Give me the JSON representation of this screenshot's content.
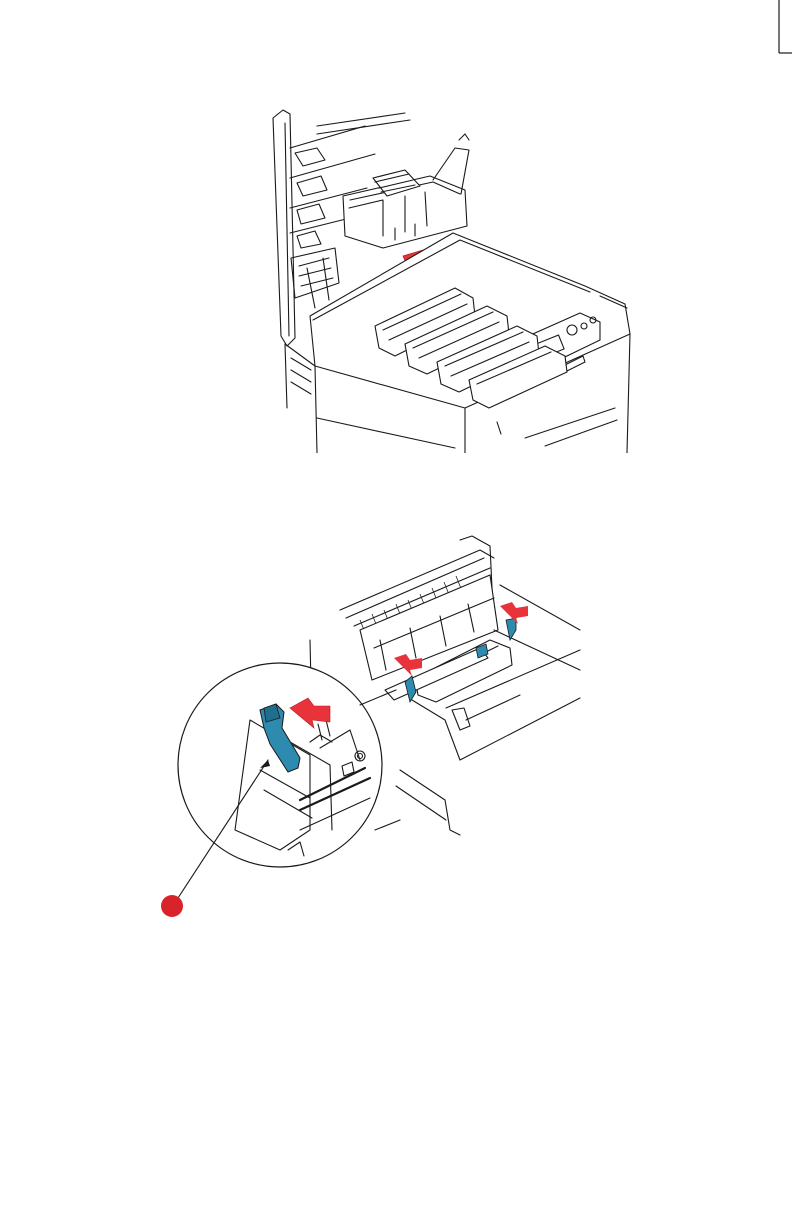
{
  "page": {
    "background": "#ffffff",
    "edge_marker": "#1a1a1a"
  },
  "colors": {
    "arrow": "#e8333a",
    "lever_blue": "#2e8bb0",
    "lever_blue_dark": "#1f6e8e",
    "callout_dot": "#d8232a",
    "line_art": "#1a1a1a"
  },
  "figures": [
    {
      "description_icon": "printer-fuser-insertion-illustration",
      "arrows": 1
    },
    {
      "description_icon": "fuser-locking-lever-illustration",
      "arrows": 3,
      "callout_marker": "red-dot-icon"
    }
  ]
}
